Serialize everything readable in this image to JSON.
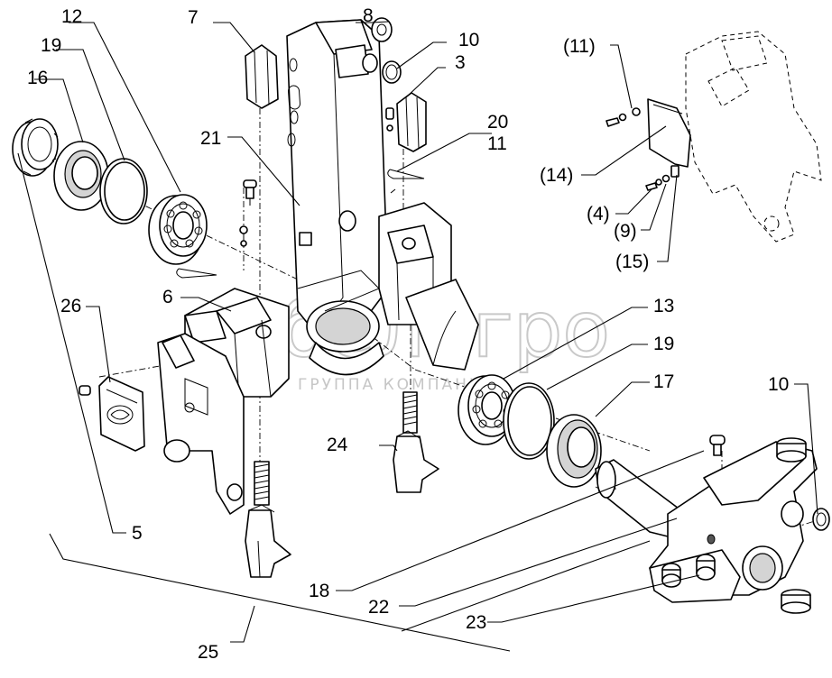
{
  "callouts": [
    {
      "id": "c7",
      "text": "7"
    },
    {
      "id": "c8",
      "text": "8"
    },
    {
      "id": "c10a",
      "text": "10"
    },
    {
      "id": "c3",
      "text": "3"
    },
    {
      "id": "c12",
      "text": "12"
    },
    {
      "id": "c19a",
      "text": "19"
    },
    {
      "id": "c16",
      "text": "16"
    },
    {
      "id": "c21",
      "text": "21"
    },
    {
      "id": "c20",
      "text": "20"
    },
    {
      "id": "c11",
      "text": "11"
    },
    {
      "id": "c6",
      "text": "6"
    },
    {
      "id": "c26",
      "text": "26"
    },
    {
      "id": "c5",
      "text": "5"
    },
    {
      "id": "c13",
      "text": "13"
    },
    {
      "id": "c19b",
      "text": "19"
    },
    {
      "id": "c17",
      "text": "17"
    },
    {
      "id": "c24",
      "text": "24"
    },
    {
      "id": "c18",
      "text": "18"
    },
    {
      "id": "c22",
      "text": "22"
    },
    {
      "id": "c23",
      "text": "23"
    },
    {
      "id": "c25",
      "text": "25"
    },
    {
      "id": "c10b",
      "text": "10"
    },
    {
      "id": "c11p",
      "text": "(11)"
    },
    {
      "id": "c14p",
      "text": "(14)"
    },
    {
      "id": "c4p",
      "text": "(4)"
    },
    {
      "id": "c9p",
      "text": "(9)"
    },
    {
      "id": "c15p",
      "text": "(15)"
    }
  ],
  "watermark": {
    "brand": "белагро",
    "tagline": "ГРУППА КОМПАНИЙ"
  }
}
